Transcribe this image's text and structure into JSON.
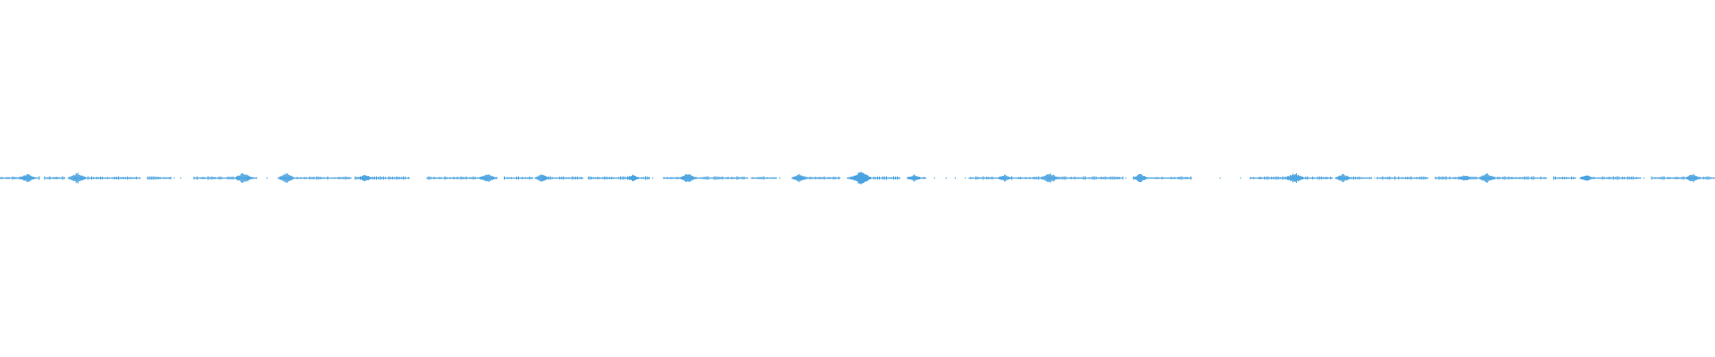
{
  "waveform": {
    "color": "#4aa3e0",
    "duration_s": 100,
    "audible_segments": [
      [
        0.0,
        2.3
      ],
      [
        2.6,
        3.8
      ],
      [
        4.3,
        8.2
      ],
      [
        8.6,
        10.0
      ],
      [
        11.3,
        15.0
      ],
      [
        16.4,
        20.5
      ],
      [
        20.7,
        23.9
      ],
      [
        24.9,
        29.0
      ],
      [
        29.4,
        31.1
      ],
      [
        31.6,
        34.0
      ],
      [
        34.3,
        37.9
      ],
      [
        38.7,
        43.6
      ],
      [
        43.8,
        45.3
      ],
      [
        46.2,
        49.0
      ],
      [
        49.4,
        52.5
      ],
      [
        52.9,
        54.0
      ],
      [
        56.5,
        60.8
      ],
      [
        61.1,
        65.5
      ],
      [
        66.1,
        69.5
      ],
      [
        72.9,
        77.7
      ],
      [
        78.0,
        80.0
      ],
      [
        80.3,
        83.3
      ],
      [
        83.7,
        86.2
      ],
      [
        86.4,
        90.2
      ],
      [
        90.6,
        91.9
      ],
      [
        92.2,
        95.7
      ],
      [
        96.3,
        100.0
      ]
    ],
    "bursts": [
      [
        1.6,
        0.9
      ],
      [
        4.5,
        1.3
      ],
      [
        14.2,
        1.2
      ],
      [
        16.7,
        1.1
      ],
      [
        21.3,
        0.6
      ],
      [
        28.4,
        1.0
      ],
      [
        31.6,
        0.7
      ],
      [
        36.9,
        0.5
      ],
      [
        40.1,
        1.0
      ],
      [
        46.6,
        0.7
      ],
      [
        50.2,
        1.7
      ],
      [
        53.3,
        0.5
      ],
      [
        58.6,
        0.6
      ],
      [
        61.2,
        1.2
      ],
      [
        66.5,
        0.8
      ],
      [
        75.5,
        1.3
      ],
      [
        78.3,
        0.9
      ],
      [
        85.4,
        0.5
      ],
      [
        86.7,
        1.1
      ],
      [
        92.5,
        0.5
      ],
      [
        98.7,
        0.8
      ]
    ]
  }
}
